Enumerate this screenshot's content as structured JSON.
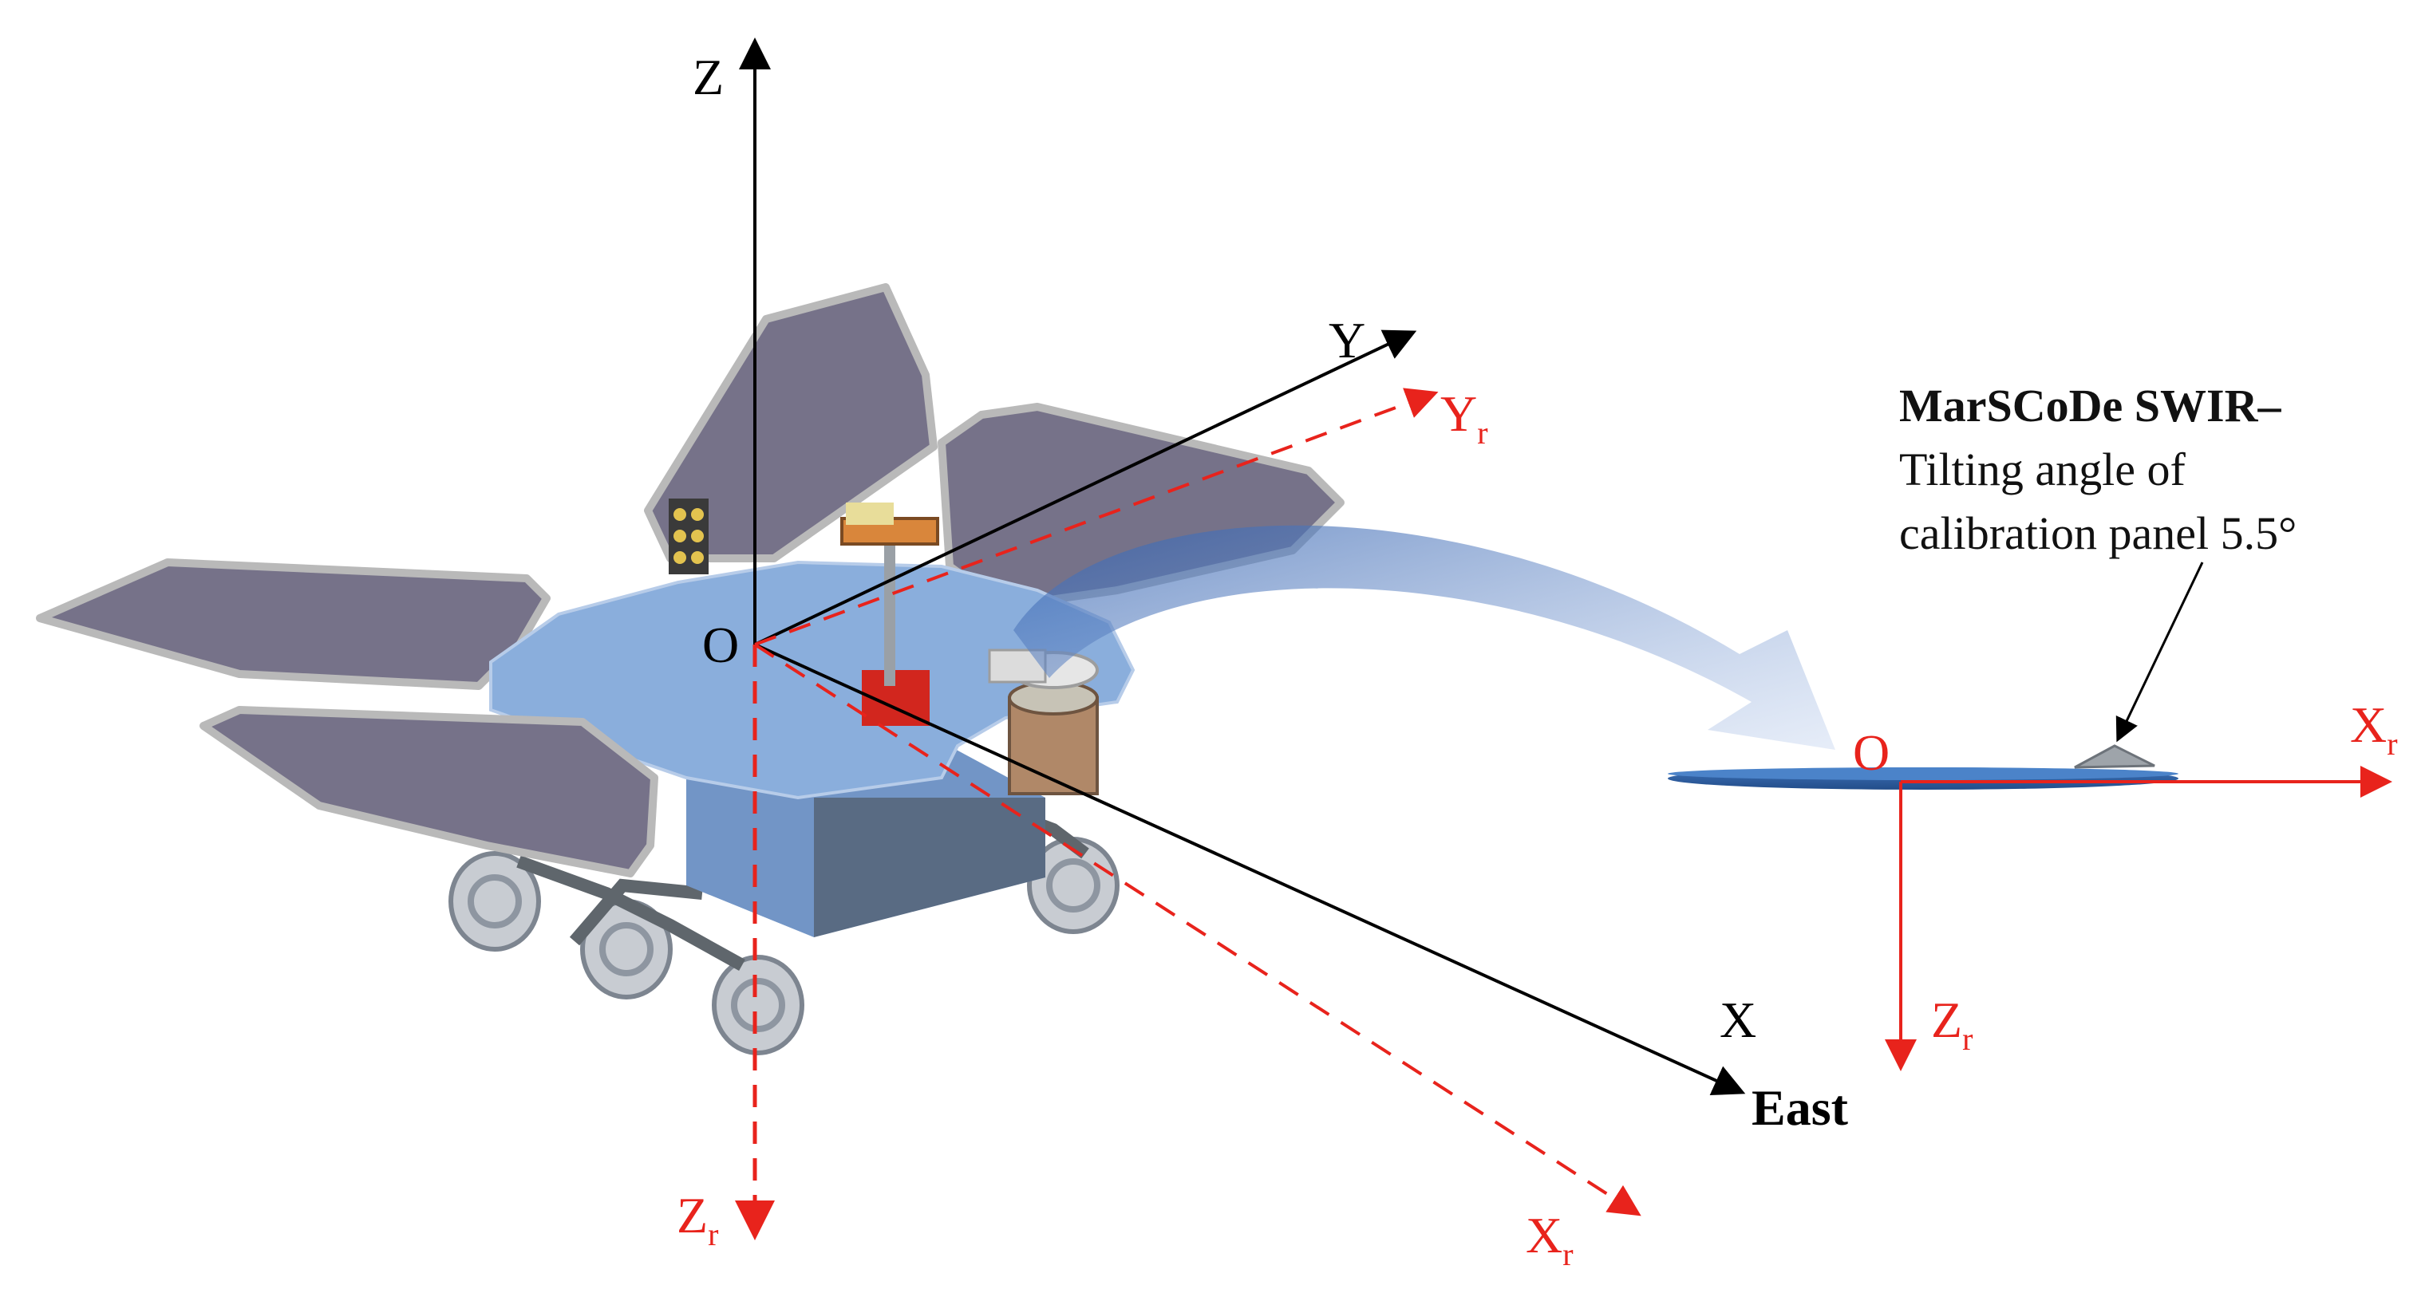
{
  "axes": {
    "z": "Z",
    "y": "Y",
    "x": "X",
    "origin": "O",
    "east": "East"
  },
  "rover_frame": {
    "yr": "Y",
    "xr": "X",
    "zr": "Z",
    "subscript": "r"
  },
  "panel_frame": {
    "origin": "O",
    "xr": "X",
    "zr": "Z",
    "subscript": "r"
  },
  "annotation": {
    "title": "MarSCoDe SWIR–",
    "line1": "Tilting angle of",
    "line2": "calibration panel 5.5°"
  },
  "colors": {
    "red_axis": "#e8231c",
    "solar_panel": "#767289",
    "rover_deck": "#8aaedc",
    "rover_body": "#7295c6",
    "calibration_panel": "#2f63a8",
    "arrow": "#b3c7ea"
  },
  "icons": [
    "mars-rover-icon",
    "calibration-panel-icon",
    "curved-arrow-icon"
  ]
}
